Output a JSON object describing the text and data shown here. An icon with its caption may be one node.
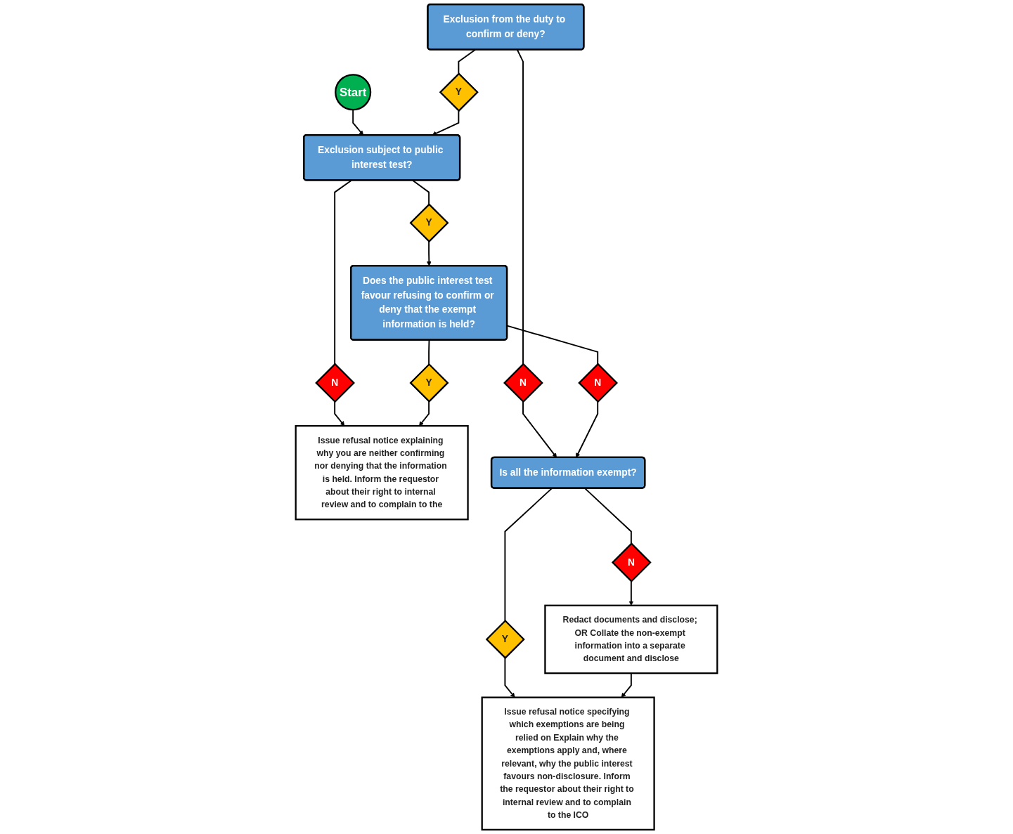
{
  "diagram": {
    "nodes": [
      {
        "text": [
          "Start"
        ]
      },
      {
        "text": [
          "Exclusion subject to public interest test?"
        ]
      },
      {
        "text": [
          "Exclusion from the duty to confirm or deny?"
        ]
      },
      {
        "text": [
          "Y"
        ]
      },
      {
        "text": [
          "N"
        ]
      },
      {
        "text": [
          "Issue refusal notice explaining why you are neither confirming nor denying that the information is held. Inform the requestor about their right to internal review and to complain to the"
        ]
      },
      {
        "text": [
          "Y"
        ]
      },
      {
        "text": [
          "Does the public interest test favour refusing to confirm or deny that the exempt information is held?"
        ]
      },
      {
        "text": [
          "N"
        ]
      },
      {
        "text": [
          "N"
        ]
      },
      {
        "text": [
          "Y"
        ]
      },
      {
        "text": [
          "Is all the information exempt?"
        ]
      },
      {
        "text": [
          "Y"
        ]
      },
      {
        "text": [
          "N"
        ]
      },
      {
        "text": [
          "Redact documents and disclose; OR Collate the non-exempt information into a separate document and disclose"
        ]
      },
      {
        "text": [
          "Issue refusal notice specifying which exemptions are being relied on Explain why the exemptions apply and, where relevant, why the public interest favours non-disclosure. Inform the requestor about their right to internal review and to complain to the ICO"
        ]
      }
    ],
    "edges": [
      {
        "from": 0,
        "to": 1,
        "arrow": "to"
      },
      {
        "from": 2,
        "to": 3,
        "arrow": "none"
      },
      {
        "from": 3,
        "to": 1,
        "arrow": "to"
      },
      {
        "from": 1,
        "to": 4,
        "arrow": "none"
      },
      {
        "from": 4,
        "to": 5,
        "arrow": "to"
      },
      {
        "from": 1,
        "to": 6,
        "arrow": "none"
      },
      {
        "from": 6,
        "to": 7,
        "arrow": "to"
      },
      {
        "from": 2,
        "to": 8,
        "arrow": "none"
      },
      {
        "from": 8,
        "to": 11,
        "arrow": "to"
      },
      {
        "from": 7,
        "to": 9,
        "arrow": "none"
      },
      {
        "from": 9,
        "to": 11,
        "arrow": "to"
      },
      {
        "from": 7,
        "to": 10,
        "arrow": "none"
      },
      {
        "from": 10,
        "to": 5,
        "arrow": "to"
      },
      {
        "from": 11,
        "to": 12,
        "arrow": "none"
      },
      {
        "from": 12,
        "to": 15,
        "arrow": "to"
      },
      {
        "from": 11,
        "to": 13,
        "arrow": "none"
      },
      {
        "from": 13,
        "to": 14,
        "arrow": "to"
      },
      {
        "from": 14,
        "to": 15,
        "arrow": "to"
      }
    ]
  }
}
